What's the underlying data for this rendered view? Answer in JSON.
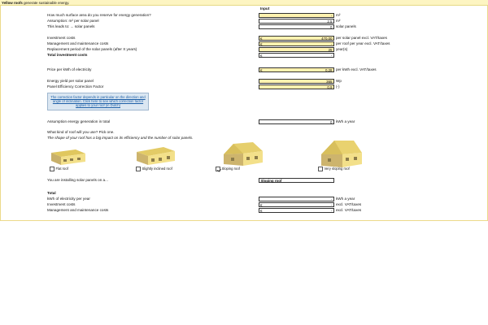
{
  "banner": {
    "bold": "Yellow roofs",
    "text": " generate sustainable energy."
  },
  "header": {
    "input_label": "Input"
  },
  "rows": {
    "surface_question": "How much surface area do you reserve for energy generation?",
    "surface_value": "-",
    "surface_unit": "m²",
    "assumption_label": "Assumption: m² per solar panel",
    "assumption_value": "2,5",
    "assumption_unit": "m²",
    "leads_label": "This leads to: ... solar panels",
    "leads_value": "0",
    "leads_unit": "solar panels",
    "investment_label": "Investment costs",
    "investment_currency": "€",
    "investment_value": "470,00",
    "investment_unit": "per solar panel excl. VAT/taxes",
    "maintenance_label": "Management and maintenance costs",
    "maintenance_currency": "€",
    "maintenance_value": "-",
    "maintenance_unit": "per roof per year excl. VAT/taxes",
    "replacement_label": "Replacement period of the solar panels (after X years)",
    "replacement_value": "25",
    "replacement_unit": "year(s)",
    "total_inv_label": "Total investment costs",
    "total_inv_currency": "€",
    "total_inv_value": "-",
    "price_label": "Price per kWh of electricity",
    "price_currency": "€",
    "price_value": "0,28",
    "price_unit": "per kWh excl. VAT/taxes",
    "yield_label": "Energy yield per solar panel",
    "yield_value": "365",
    "yield_unit": "Wp",
    "efficiency_label": "Panel Efficiency Correction Factor",
    "efficiency_value": "0,9",
    "efficiency_unit": "(-)",
    "note_text": "The correction factor depends in particular on the direction and angle of inclination. Click here to see which correction factor applies to your roof (in Dutch)",
    "energy_label": "Assumption energy generation in total",
    "energy_value": "0",
    "energy_unit": "kWh a year",
    "roof_question": "What kind of roof will you use? Pick one.",
    "roof_subtitle": "The shape of your roof has a big impact on its efficiency and the number of solar panels.",
    "installing_label": "You are installing solar panels on a...",
    "installing_value": "Sloping roof"
  },
  "roofs": [
    {
      "label": "Flat roof",
      "checked": false
    },
    {
      "label": "Slightly inclined roof",
      "checked": false
    },
    {
      "label": "Sloping roof",
      "checked": true
    },
    {
      "label": "Very sloping roof",
      "checked": false
    }
  ],
  "totals": {
    "title": "Total",
    "kwh_label": "kWh of electricity per year",
    "kwh_value": "-",
    "kwh_unit": "kWh a year",
    "inv_label": "Investment costs",
    "inv_currency": "€",
    "inv_value": "-",
    "inv_unit": "excl. VAT/taxes",
    "maint_label": "Management and maintenance costs",
    "maint_currency": "€",
    "maint_value": "-",
    "maint_unit": "excl. VAT/taxes"
  },
  "colors": {
    "banner_bg": "#fdf5c2",
    "input_yellow": "#fff2b0",
    "roof_yellow": "#f3e08a",
    "link_blue": "#1d5fa7"
  }
}
